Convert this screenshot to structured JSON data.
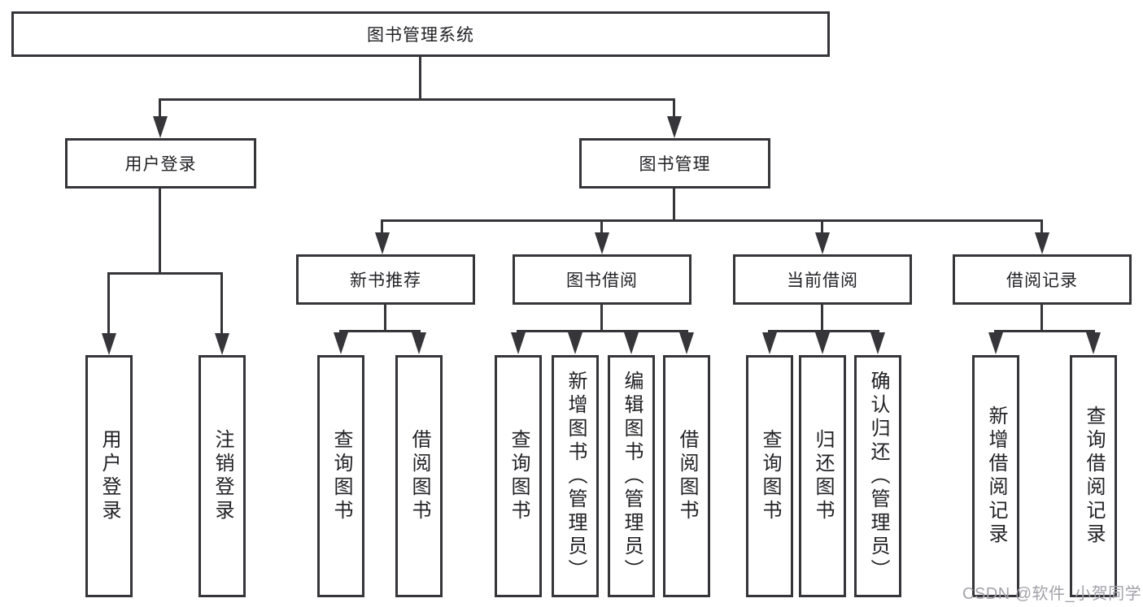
{
  "tree": {
    "root": {
      "label": "图书管理系统",
      "children": [
        {
          "label": "用户登录",
          "children": [
            {
              "label": "用户登录"
            },
            {
              "label": "注销登录"
            }
          ]
        },
        {
          "label": "图书管理",
          "children": [
            {
              "label": "新书推荐",
              "children": [
                {
                  "label": "查询图书"
                },
                {
                  "label": "借阅图书"
                }
              ]
            },
            {
              "label": "图书借阅",
              "children": [
                {
                  "label": "查询图书"
                },
                {
                  "label": "新增图书（管理员）"
                },
                {
                  "label": "编辑图书（管理员）"
                },
                {
                  "label": "借阅图书"
                }
              ]
            },
            {
              "label": "当前借阅",
              "children": [
                {
                  "label": "查询图书"
                },
                {
                  "label": "归还图书"
                },
                {
                  "label": "确认归还（管理员）"
                }
              ]
            },
            {
              "label": "借阅记录",
              "children": [
                {
                  "label": "新增借阅记录"
                },
                {
                  "label": "查询借阅记录"
                }
              ]
            }
          ]
        }
      ]
    }
  },
  "watermark": "CSDN @软件_小贺同学",
  "colors": {
    "line": "#35353a",
    "text": "#222226",
    "watermark": "#a2a2aa",
    "background": "#ffffff"
  }
}
